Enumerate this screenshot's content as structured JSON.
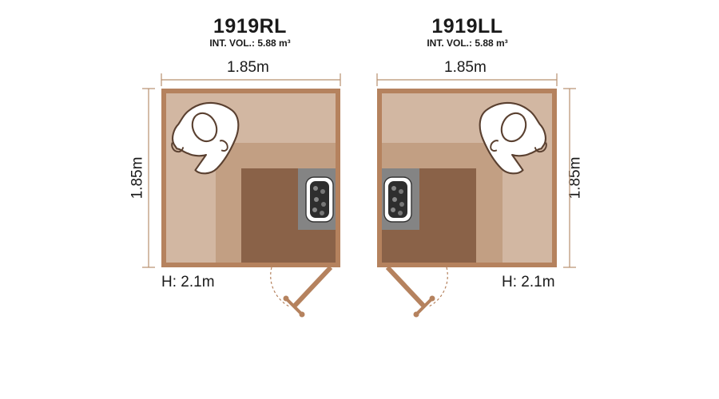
{
  "left_plan": {
    "model": "1919RL",
    "volume": "INT. VOL.: 5.88 m³",
    "width": "1.85m",
    "depth": "1.85m",
    "height": "H: 2.1m"
  },
  "right_plan": {
    "model": "1919LL",
    "volume": "INT. VOL.: 5.88 m³",
    "width": "1.85m",
    "depth": "1.85m",
    "height": "H: 2.1m"
  },
  "colors": {
    "wall": "#b5825e",
    "bench_upper": "#d2b7a2",
    "bench_lower": "#c29f83",
    "floor": "#8a6248",
    "heater": "#848484",
    "figure_fill": "#ffffff",
    "figure_stroke": "#5a4030"
  },
  "icons": [
    "person-seated-icon",
    "sauna-heater-icon",
    "door-icon"
  ]
}
